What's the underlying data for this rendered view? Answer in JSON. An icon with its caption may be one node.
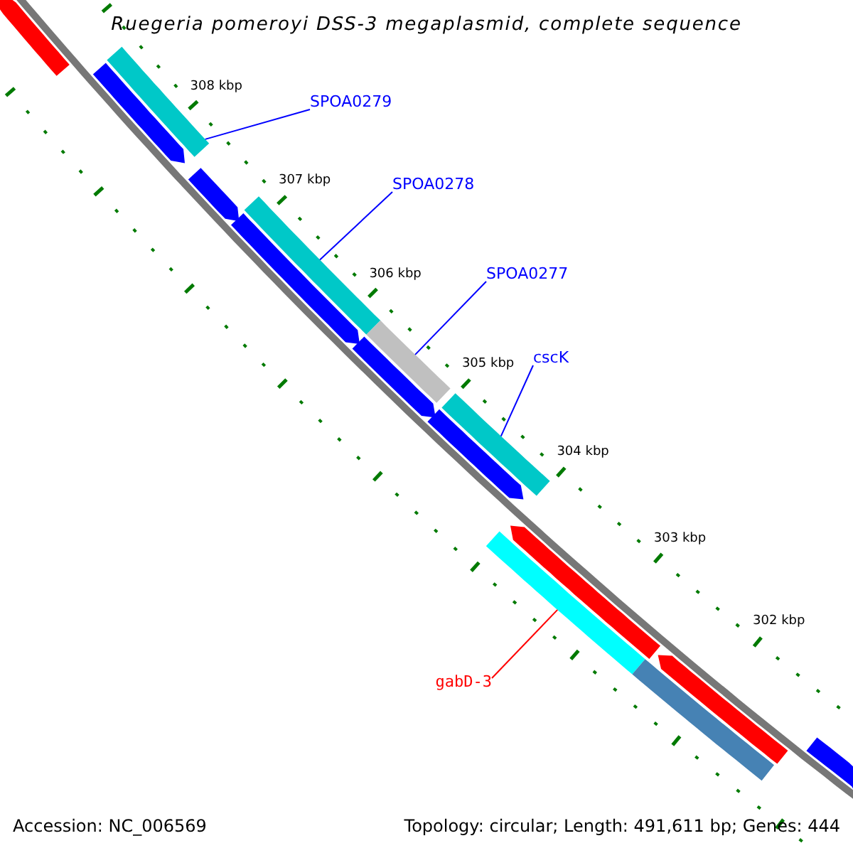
{
  "diagram": {
    "title": "Ruegeria pomeroyi DSS-3 megaplasmid, complete sequence",
    "nodes": [
      {
        "text": [
          "SPOA0279"
        ]
      },
      {
        "text": [
          "SPOA0278"
        ]
      },
      {
        "text": [
          "SPOA0277"
        ]
      },
      {
        "text": [
          "cscK"
        ]
      },
      {
        "text": [
          "gabD-3"
        ]
      },
      {
        "text": [],
        "shape": "bar"
      },
      {
        "text": [],
        "shape": "bar"
      },
      {
        "text": [],
        "shape": "bar"
      },
      {
        "text": [],
        "shape": "bar"
      },
      {
        "text": [],
        "shape": "bar"
      },
      {
        "text": [],
        "shape": "bar"
      },
      {
        "text": [],
        "shape": "bar"
      },
      {
        "text": [],
        "shape": "bar"
      },
      {
        "text": [],
        "shape": "bar"
      },
      {
        "text": [],
        "shape": "bar"
      },
      {
        "text": [],
        "shape": "bar"
      },
      {
        "text": [],
        "shape": "bar"
      },
      {
        "text": [],
        "shape": "bar"
      },
      {
        "text": [],
        "shape": "bar"
      },
      {
        "text": [],
        "shape": "bar"
      }
    ],
    "edges": [
      {
        "from": 0,
        "to": 7,
        "arrow": "none"
      },
      {
        "from": 1,
        "to": 10,
        "arrow": "none"
      },
      {
        "from": 2,
        "to": 12,
        "arrow": "none"
      },
      {
        "from": 3,
        "to": 14,
        "arrow": "none"
      },
      {
        "from": 4,
        "to": 15,
        "arrow": "none",
        "color": "#ff0000"
      }
    ],
    "labels": [
      "308 kbp",
      "307 kbp",
      "306 kbp",
      "305 kbp",
      "304 kbp",
      "303 kbp",
      "302 kbp",
      "Accession: NC_006569",
      "Topology: circular; Length: 491,611 bp; Genes: 444"
    ]
  }
}
